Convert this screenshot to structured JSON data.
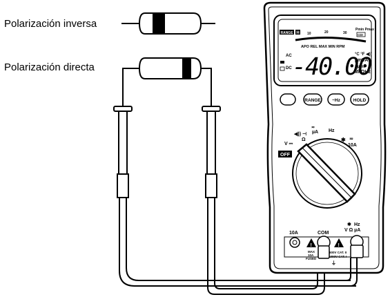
{
  "labels": {
    "reverse_bias": "Polarización inversa",
    "forward_bias": "Polarización directa"
  },
  "meter": {
    "display": {
      "range_badge": "RANGE",
      "hold_badge": "H",
      "scale_ticks": [
        "10",
        "20",
        "30"
      ],
      "peak_label": "Pmin Pmax",
      "peak_sub": "CDI",
      "mode_row": "APO REL MAX MIN RPM",
      "reading": "-40.00",
      "left_indicators": [
        "AC",
        "DC"
      ],
      "right_units": [
        "°C °F ◀))",
        "µmVA",
        "nµmF",
        "MkΩHz"
      ]
    },
    "buttons": {
      "range": "RANGE",
      "hz": "~Hz",
      "hold": "HOLD"
    },
    "dial": {
      "off": "OFF",
      "v_label": "V ⎓",
      "ohm_label": "◀)) ⊣",
      "ohm_sub": "Ω",
      "ua_label": "µA",
      "hz_label": "Hz",
      "a10_label": "10A"
    },
    "terminals": {
      "a10": "10A",
      "com": "COM",
      "vohm": "V Ω µA",
      "vohm_top": "Hz",
      "fuse_note": [
        "MAX",
        "10A",
        "FUSED"
      ],
      "cat_note": [
        "600V CAT. II",
        "1000V CAT. I"
      ]
    }
  }
}
